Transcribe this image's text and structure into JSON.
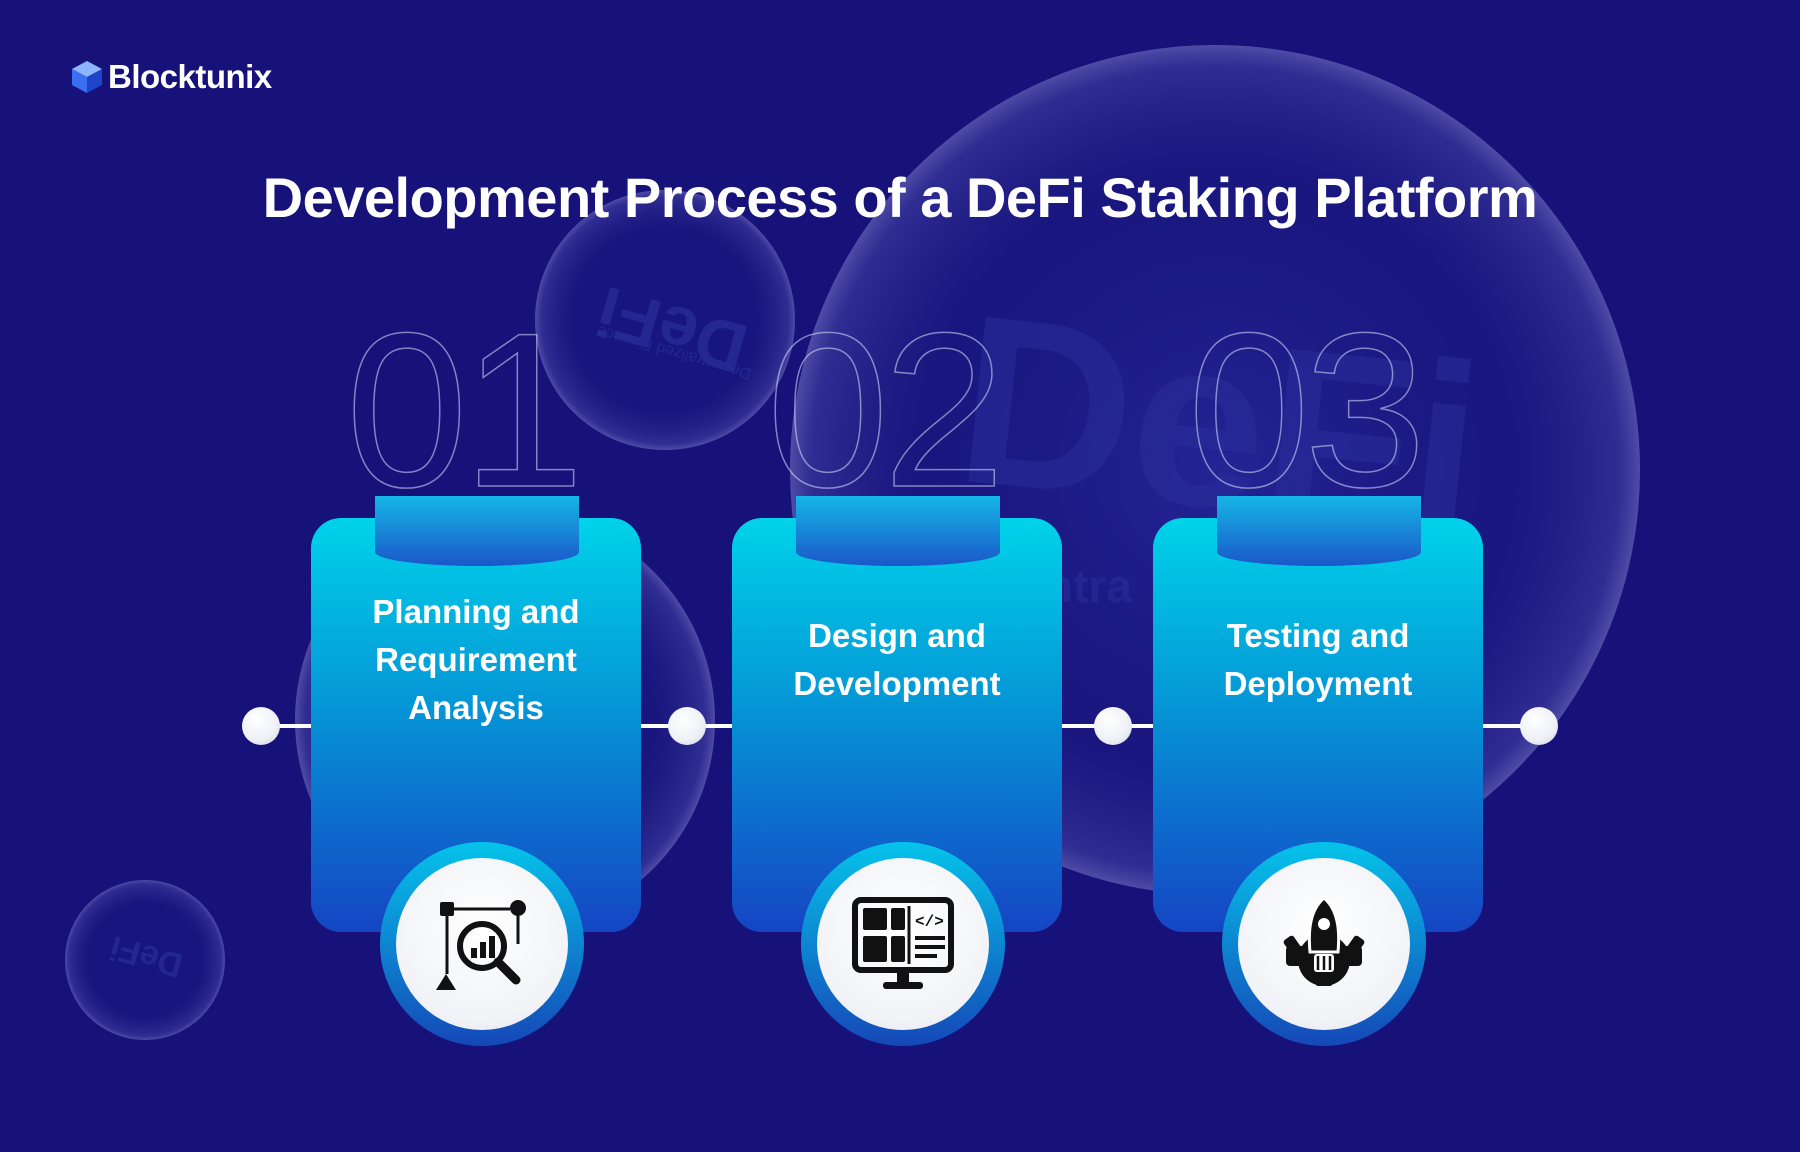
{
  "brand": {
    "name": "Blocktunix"
  },
  "title": "Development Process of a DeFi Staking Platform",
  "background": {
    "watermark_big": "DeFi",
    "watermark_fragment": "ntra",
    "bubble_text_top": "DeFi",
    "bubble_subtext_top": "Decentralized Finance",
    "bubble_text_small": "DeFi"
  },
  "steps": [
    {
      "number": "01",
      "label_lines": [
        "Planning and",
        "Requirement",
        "Analysis"
      ],
      "icon": "analysis-icon"
    },
    {
      "number": "02",
      "label_lines": [
        "Design and",
        "Development"
      ],
      "icon": "monitor-code-icon"
    },
    {
      "number": "03",
      "label_lines": [
        "Testing and",
        "Deployment"
      ],
      "icon": "rocket-gear-icon"
    }
  ],
  "colors": {
    "background": "#16127a",
    "card_top": "#00d3ea",
    "card_bottom": "#1545c4",
    "text": "#ffffff",
    "icon": "#111111"
  }
}
